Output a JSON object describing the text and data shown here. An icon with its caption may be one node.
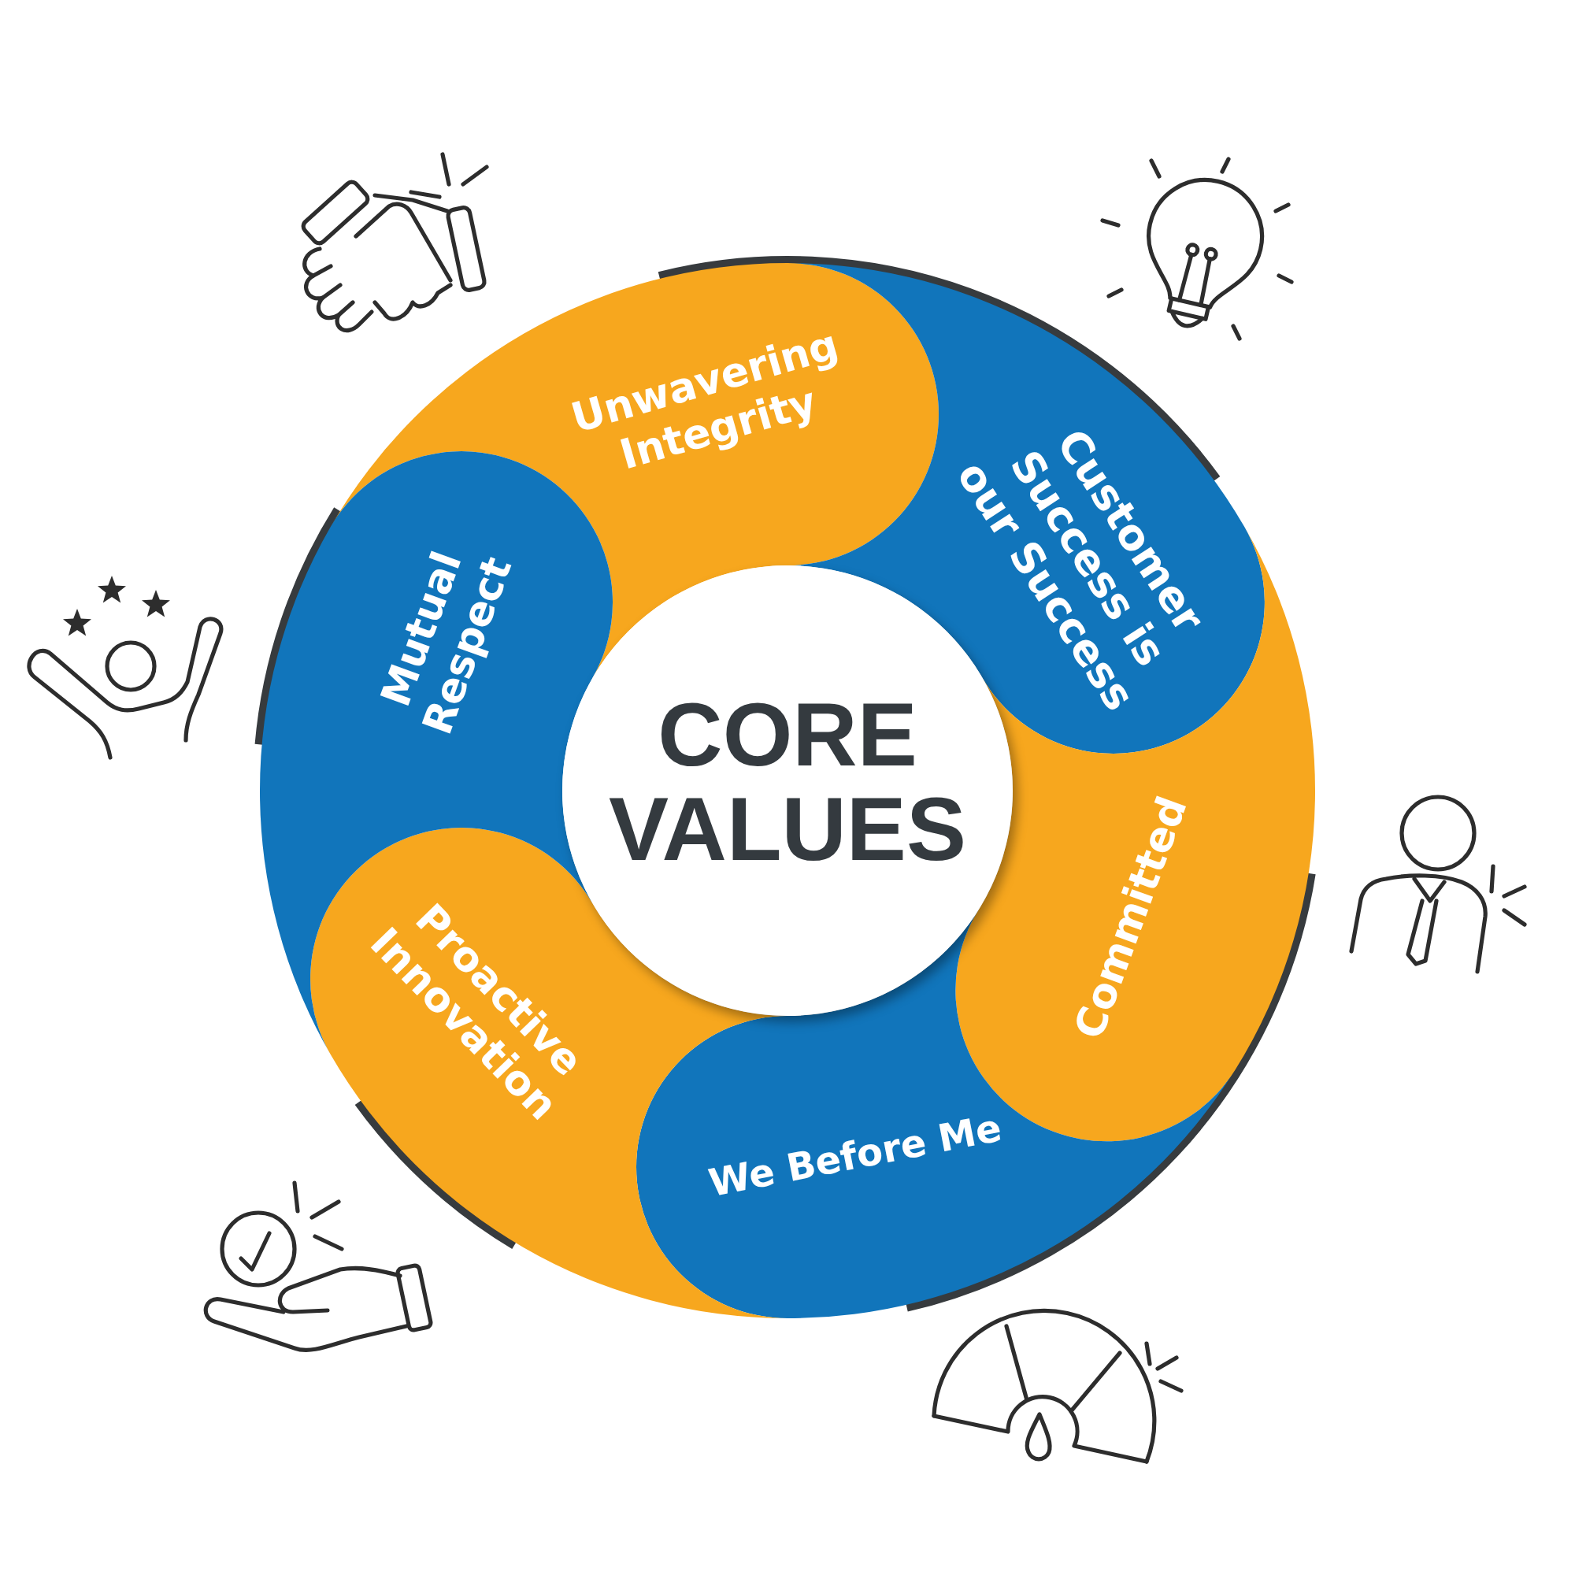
{
  "diagram": {
    "nodes": [
      {
        "text": [
          "CORE VALUES"
        ]
      },
      {
        "text": [
          "Unwavering Integrity"
        ]
      },
      {
        "text": [
          "Customer Success is our Success"
        ]
      },
      {
        "text": [
          "Committed"
        ]
      },
      {
        "text": [
          "We Before Me"
        ]
      },
      {
        "text": [
          "Proactive Innovation"
        ]
      },
      {
        "text": [
          "Mutual Respect"
        ]
      }
    ]
  }
}
